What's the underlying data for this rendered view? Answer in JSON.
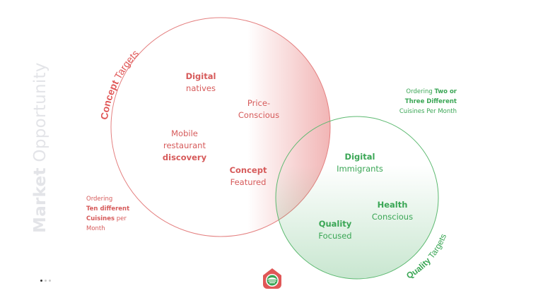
{
  "title": {
    "bold": "Market",
    "light": "Opportunity"
  },
  "concept_circle": {
    "arc_label_bold": "Concept",
    "arc_label_light": "Targets",
    "color": "#e05757",
    "items": [
      {
        "bold": "Digital",
        "text": "natives"
      },
      {
        "text": "Price-",
        "text2": "Conscious"
      },
      {
        "text": "Mobile",
        "text2": "restaurant",
        "bold": "discovery"
      },
      {
        "bold": "Concept",
        "text": "Featured"
      }
    ]
  },
  "quality_circle": {
    "arc_label_bold": "Quality",
    "arc_label_light": "Targets",
    "color": "#3aa655",
    "items": [
      {
        "bold": "Digital",
        "text": "Immigrants"
      },
      {
        "bold": "Health",
        "text": "Conscious"
      },
      {
        "bold": "Quality",
        "text": "Focused"
      }
    ]
  },
  "left_note": {
    "line1": "Ordering",
    "bold1": "Ten different",
    "bold2": "Cuisines",
    "rest2": " per",
    "line4": "Month"
  },
  "right_note": {
    "line1": "Ordering ",
    "bold1": "Two or",
    "bold2": "Three Different",
    "line3": "Cuisines Per Month"
  },
  "logo_icon": "restaurant-house-logo",
  "pagination": {
    "count": 3,
    "active": 0
  }
}
